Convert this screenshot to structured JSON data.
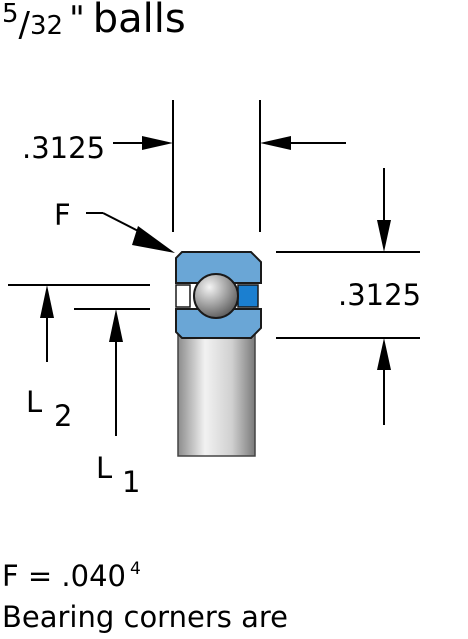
{
  "title": {
    "fraction_numerator": "5",
    "fraction_slash": "/",
    "fraction_denominator": "32",
    "inch_mark": "\"",
    "text": "balls"
  },
  "dimensions": {
    "width_value": ".3125",
    "height_value": ".3125"
  },
  "labels": {
    "fillet": "F",
    "l2_letter": "L",
    "l2_subscript": "2",
    "l1_letter": "L",
    "l1_subscript": "1"
  },
  "notes": {
    "f_prefix": "F = .040",
    "f_superscript": "4",
    "corners": "Bearing corners are"
  },
  "colors": {
    "race_blue": "#6aa6d6",
    "separator_blue": "#1b7fd0",
    "shield_gray": "#c8c8c8",
    "ball_gray": "#9a9a9a"
  }
}
